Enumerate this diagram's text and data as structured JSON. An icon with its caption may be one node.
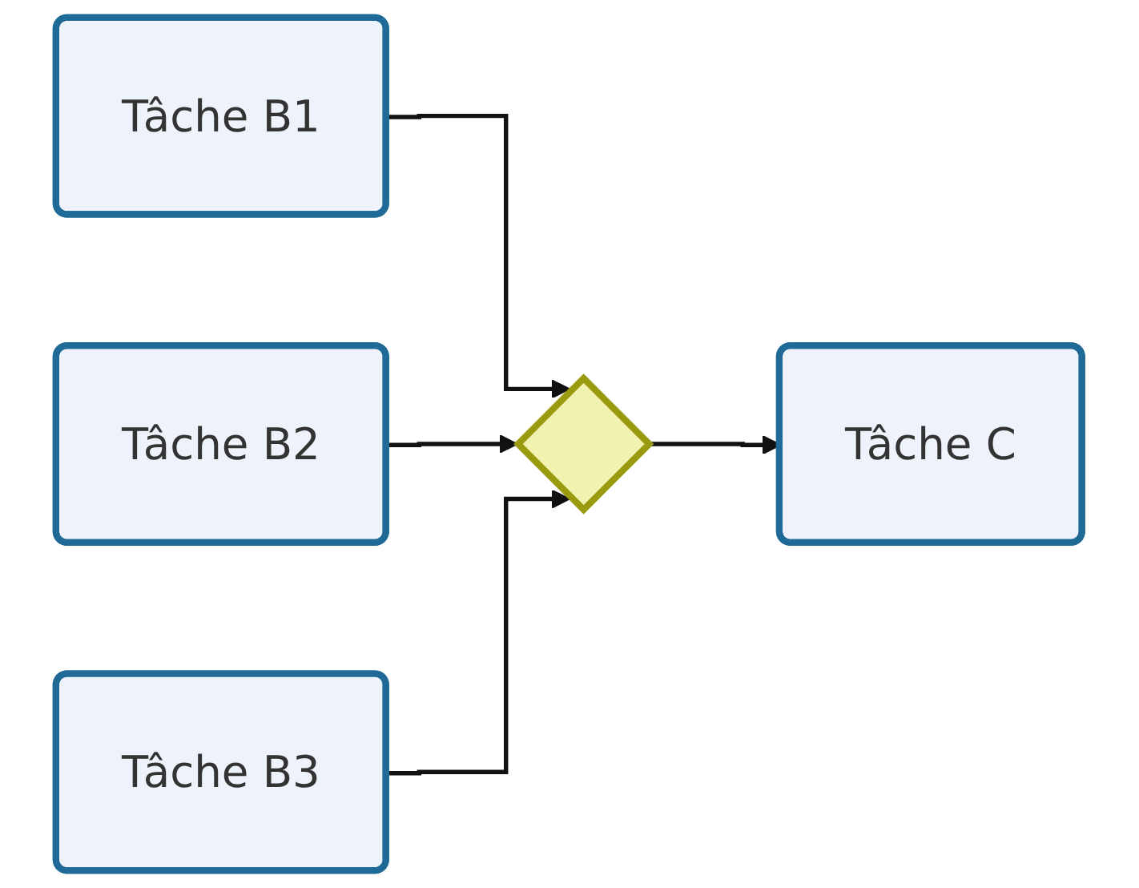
{
  "diagram": {
    "nodes": [
      {
        "text": [
          "Tâche B1"
        ]
      },
      {
        "text": [
          "Tâche B2"
        ]
      },
      {
        "text": [
          "Tâche B3"
        ]
      },
      {
        "text": [],
        "shape": "diamond"
      },
      {
        "text": [
          "Tâche C"
        ]
      }
    ],
    "edges": [
      {
        "from": 0,
        "to": 3,
        "arrow": "to"
      },
      {
        "from": 1,
        "to": 3,
        "arrow": "to"
      },
      {
        "from": 2,
        "to": 3,
        "arrow": "to"
      },
      {
        "from": 3,
        "to": 4,
        "arrow": "to"
      }
    ]
  }
}
